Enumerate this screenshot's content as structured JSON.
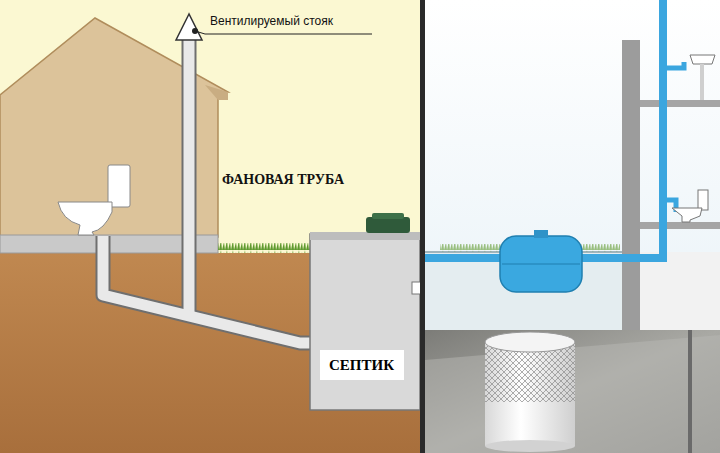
{
  "diagram": {
    "nodes": [
      {
        "text": [
          "СЕПТИК"
        ]
      }
    ],
    "labels": [
      "Вентилируемый стояк",
      "ФАНОВАЯ ТРУБА"
    ]
  }
}
